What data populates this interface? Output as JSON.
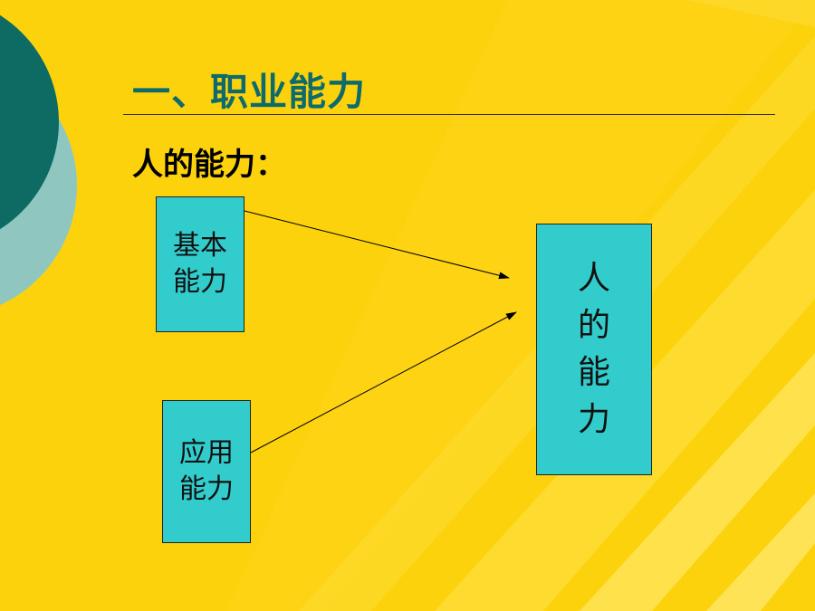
{
  "slide": {
    "title": "一、职业能力",
    "subtitle": "人的能力："
  },
  "diagram": {
    "basic_box": "基本能力",
    "applied_box": "应用能力",
    "result_box": "人的能力"
  },
  "colors": {
    "background": "#fcd20c",
    "title": "#0f6b6b",
    "box_fill": "#33cccc",
    "circle_dark": "#0d6b63",
    "circle_light": "#8fc7c0"
  }
}
